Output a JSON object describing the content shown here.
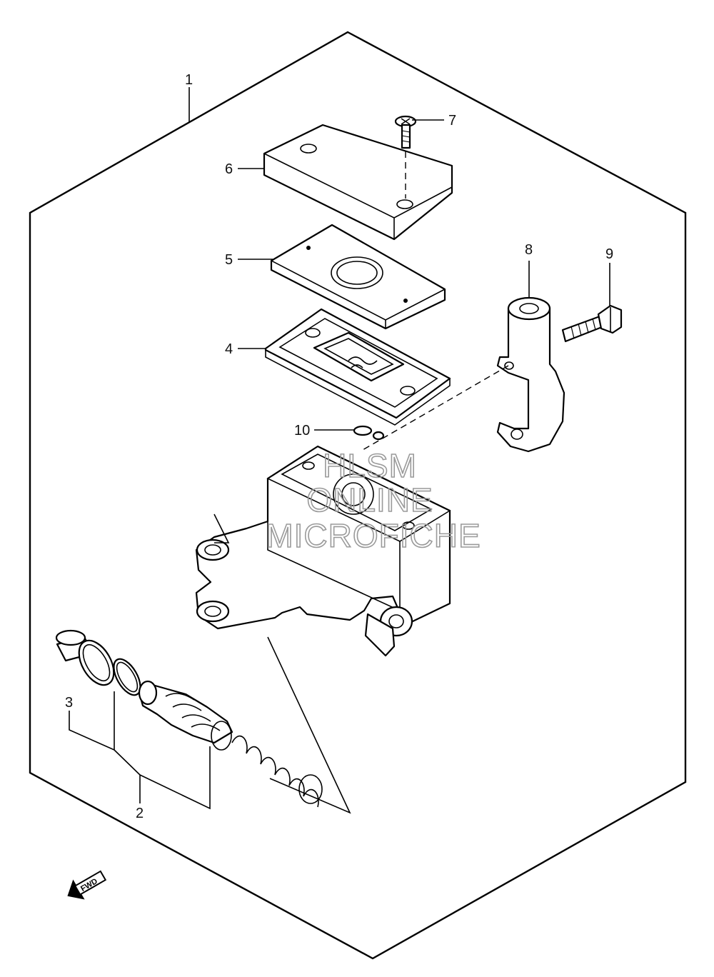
{
  "callouts": {
    "c1": "1",
    "c2": "2",
    "c3": "3",
    "c4": "4",
    "c5": "5",
    "c6": "6",
    "c7": "7",
    "c8": "8",
    "c9": "9",
    "c10": "10"
  },
  "watermark": {
    "line1": "HLSM",
    "line2": "ONLINE",
    "line3": "MICROFICHE"
  },
  "fwd_label": "FWD"
}
